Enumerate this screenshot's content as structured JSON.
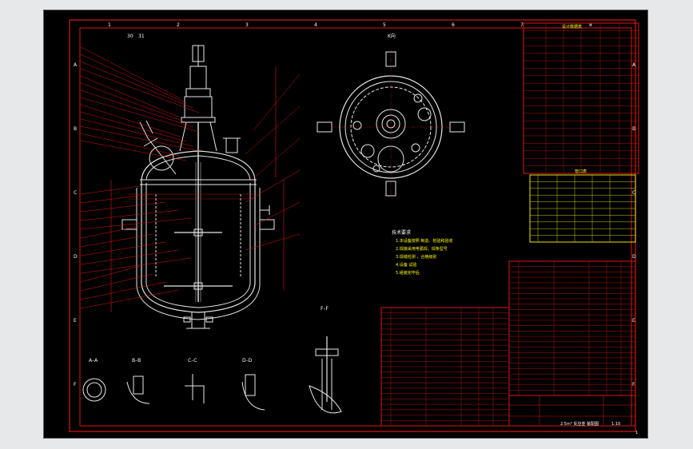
{
  "drawing": {
    "section_labels": {
      "a": "A–A",
      "b": "B–B",
      "c": "C–C",
      "d": "D–D",
      "f": "F–F"
    },
    "view_label": "K向",
    "notes_title": "技术要求",
    "notes": [
      "1.本设备按照 制造、检验和验收",
      "2.焊接采用电弧焊，焊条型号",
      "3.焊缝检测 ，合格级别",
      "4.设备 试验",
      "5.组装完毕后"
    ],
    "border_letters": [
      "A",
      "B",
      "C",
      "D",
      "E",
      "F"
    ],
    "border_numbers": [
      "1",
      "2",
      "3",
      "4",
      "5",
      "6",
      "7",
      "8"
    ],
    "top_labels": [
      "30",
      "31"
    ],
    "title_block": {
      "title": "2.5m³ 反应釜 装配图",
      "scale": "1:10",
      "sheet": "1"
    },
    "tables": {
      "design_data_title": "设计数据表",
      "nozzle_table_title": "管口表"
    }
  },
  "colors": {
    "background": "#000000",
    "border": "#e01414",
    "geometry": "#e8e8e8",
    "table_highlight": "#ffff00"
  }
}
